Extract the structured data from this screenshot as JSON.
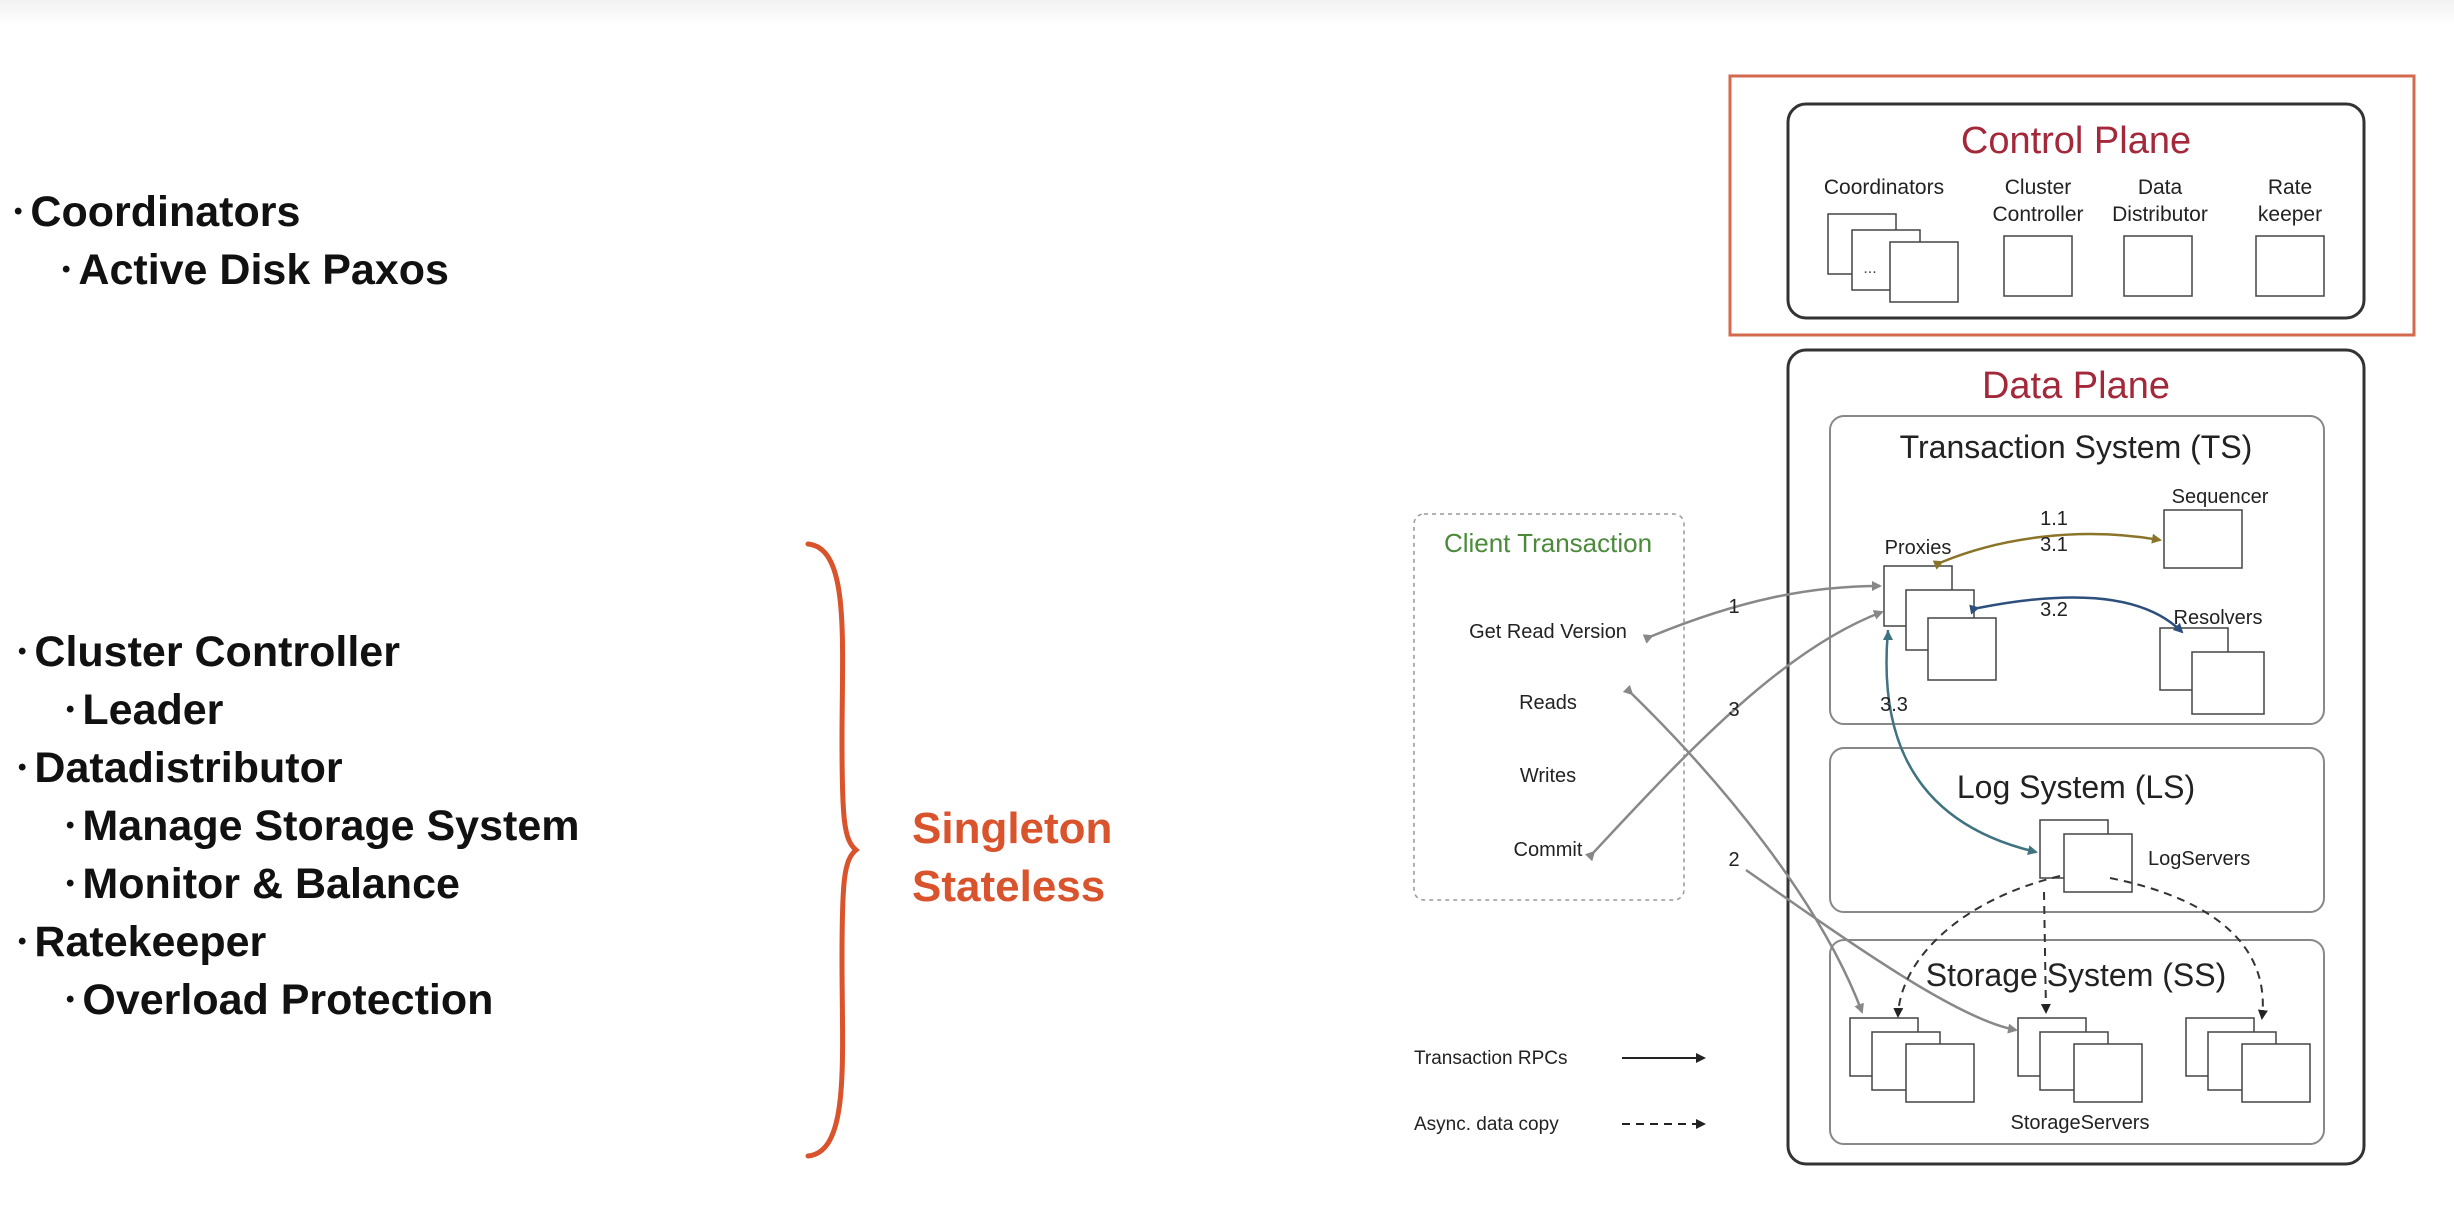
{
  "bullets": {
    "coordinators": "Coordinators",
    "active_disk_paxos": "Active Disk Paxos",
    "cluster_controller": "Cluster Controller",
    "leader": "Leader",
    "datadistributor": "Datadistributor",
    "manage_storage": "Manage Storage System",
    "monitor_balance": "Monitor & Balance",
    "ratekeeper": "Ratekeeper",
    "overload_protection": "Overload Protection"
  },
  "singleton": {
    "line1": "Singleton",
    "line2": "Stateless"
  },
  "colors": {
    "accent": "#d9532c",
    "plane_title": "#a3283a",
    "client_title": "#4a8a3a"
  },
  "control_plane": {
    "title": "Control Plane",
    "coordinators": "Coordinators",
    "coordinators_ellipsis": "...",
    "cluster_controller": [
      "Cluster",
      "Controller"
    ],
    "data_distributor": [
      "Data",
      "Distributor"
    ],
    "rate_keeper": [
      "Rate",
      "keeper"
    ]
  },
  "data_plane": {
    "title": "Data Plane",
    "transaction_system": "Transaction System (TS)",
    "proxies": "Proxies",
    "sequencer": "Sequencer",
    "resolvers": "Resolvers",
    "log_system": "Log System (LS)",
    "log_servers": "LogServers",
    "storage_system": "Storage System (SS)",
    "storage_servers": "StorageServers"
  },
  "client": {
    "title": "Client Transaction",
    "get_read_version": "Get Read Version",
    "reads": "Reads",
    "writes": "Writes",
    "commit": "Commit"
  },
  "labels": {
    "l1": "1",
    "l2": "2",
    "l3": "3",
    "l11": "1.1",
    "l31": "3.1",
    "l32": "3.2",
    "l33": "3.3"
  },
  "legend": {
    "rpc": "Transaction RPCs",
    "async": "Async. data copy"
  }
}
